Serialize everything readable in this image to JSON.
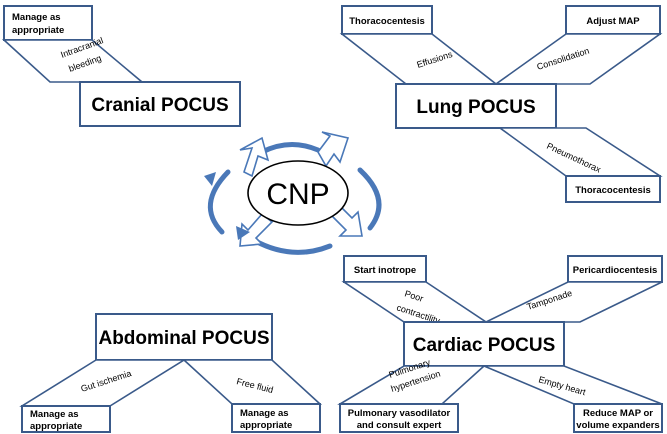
{
  "center": {
    "label": "CNP"
  },
  "cranial": {
    "title": "Cranial POCUS",
    "branches": [
      {
        "finding": [
          "Intracranial",
          "bleeding"
        ],
        "action": [
          "Manage as",
          "appropriate"
        ]
      }
    ]
  },
  "lung": {
    "title": "Lung POCUS",
    "branches": [
      {
        "finding": [
          "Effusions"
        ],
        "action": [
          "Thoracocentesis"
        ]
      },
      {
        "finding": [
          "Consolidation"
        ],
        "action": [
          "Adjust MAP"
        ]
      },
      {
        "finding": [
          "Pneumothorax"
        ],
        "action": [
          "Thoracocentesis"
        ]
      }
    ]
  },
  "abdominal": {
    "title": "Abdominal POCUS",
    "branches": [
      {
        "finding": [
          "Gut ischemia"
        ],
        "action": [
          "Manage as",
          "appropriate"
        ]
      },
      {
        "finding": [
          "Free fluid"
        ],
        "action": [
          "Manage as",
          "appropriate"
        ]
      }
    ]
  },
  "cardiac": {
    "title": "Cardiac POCUS",
    "branches": [
      {
        "finding": [
          "Poor",
          "contractility"
        ],
        "action": [
          "Start inotrope"
        ]
      },
      {
        "finding": [
          "Tamponade"
        ],
        "action": [
          "Pericardiocentesis"
        ]
      },
      {
        "finding": [
          "Pulmonary",
          "hypertension"
        ],
        "action": [
          "Pulmonary vasodilator",
          "and consult expert"
        ]
      },
      {
        "finding": [
          "Empty heart"
        ],
        "action": [
          "Reduce MAP or",
          "volume expanders"
        ]
      }
    ]
  }
}
